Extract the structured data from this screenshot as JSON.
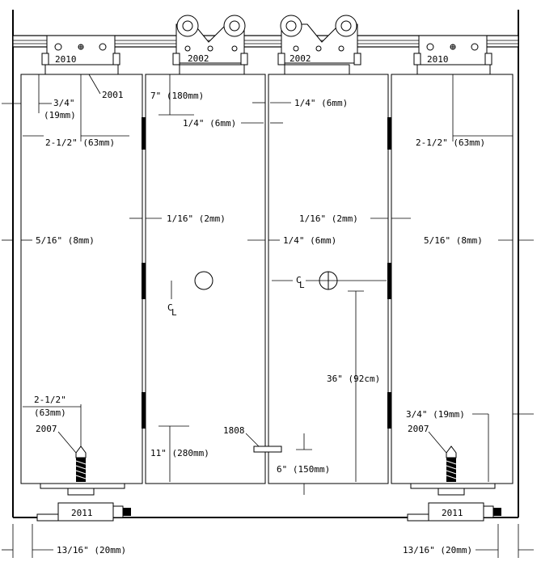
{
  "parts": {
    "bracket_left": "2010",
    "bracket_right": "2010",
    "hanger_left": "2002",
    "hanger_right": "2002",
    "pivot_callout": "2001",
    "bottom_pivot_left": "2007",
    "bottom_pivot_right": "2007",
    "floor_bracket_left": "2011",
    "floor_bracket_right": "2011",
    "handle_part": "1808"
  },
  "dimensions": {
    "d_3_4_a": "3/4\"",
    "d_19mm_a": "(19mm)",
    "d_2_1_2_top_left": "2-1/2\" (63mm)",
    "d_7in": "7\" (180mm)",
    "d_1_4_top_right": "1/4\" (6mm)",
    "d_1_4_top_mid": "1/4\" (6mm)",
    "d_2_1_2_top_right": "2-1/2\" (63mm)",
    "d_1_16_left": "1/16\" (2mm)",
    "d_1_16_right": "1/16\" (2mm)",
    "d_5_16_left": "5/16\" (8mm)",
    "d_1_4_mid": "1/4\" (6mm)",
    "d_5_16_right": "5/16\" (8mm)",
    "d_36in": "36\" (92cm)",
    "d_2_1_2_bot_left_a": "2-1/2\"",
    "d_2_1_2_bot_left_b": "(63mm)",
    "d_3_4_bot_right": "3/4\" (19mm)",
    "d_11in": "11\" (280mm)",
    "d_6in": "6\" (150mm)",
    "d_13_16_left": "13/16\" (20mm)",
    "d_13_16_right": "13/16\" (20mm)"
  },
  "symbols": {
    "centerline_c": "C",
    "centerline_l": "L"
  }
}
